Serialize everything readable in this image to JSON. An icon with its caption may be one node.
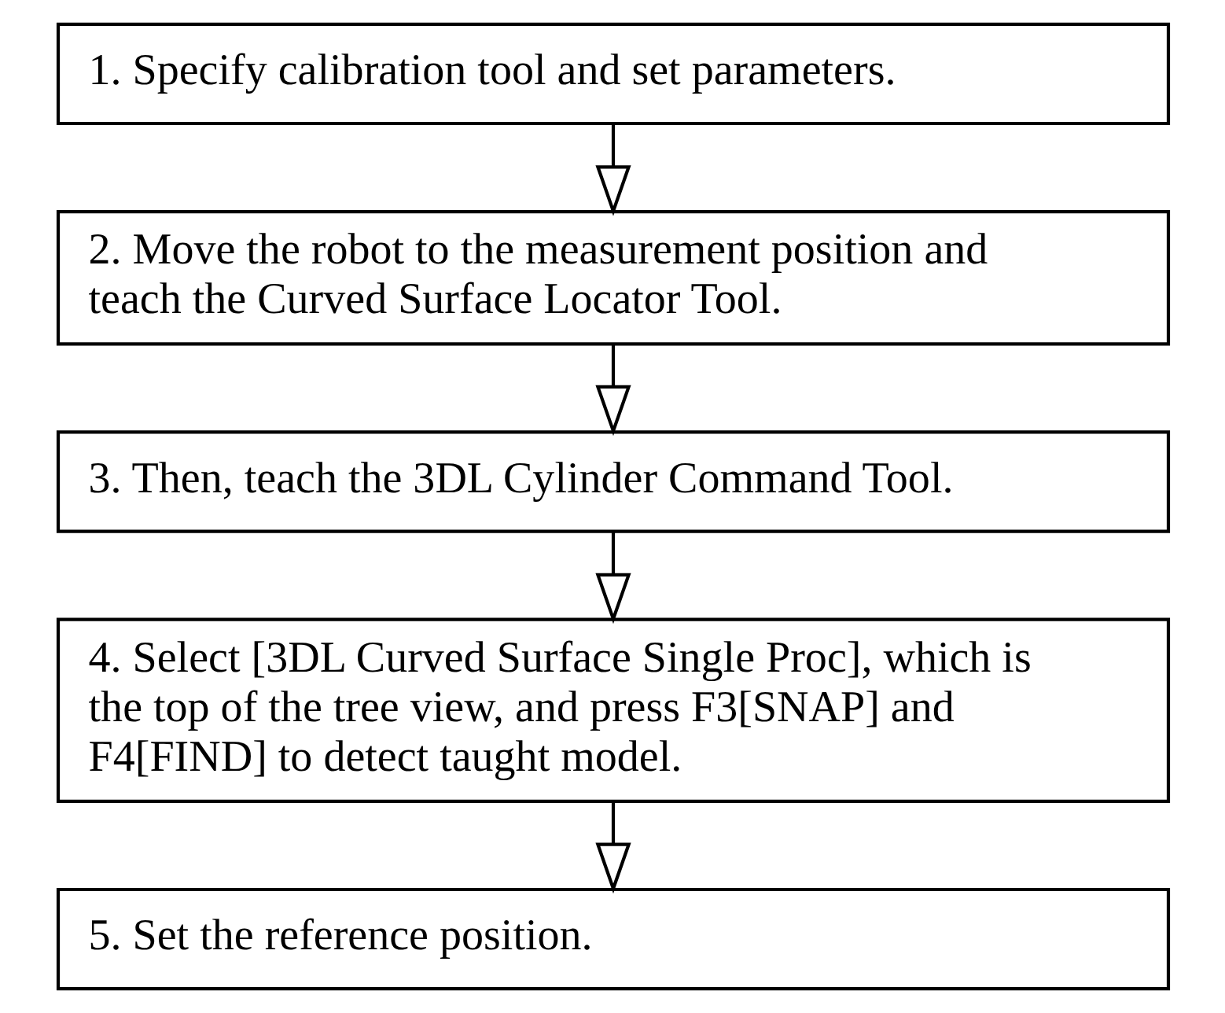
{
  "diagram": {
    "nodes": [
      {
        "text": [
          "1. Specify calibration tool and set parameters."
        ]
      },
      {
        "text": [
          "2. Move the robot to the measurement position and teach the Curved Surface Locator Tool."
        ]
      },
      {
        "text": [
          "3. Then, teach the 3DL Cylinder Command Tool."
        ]
      },
      {
        "text": [
          "4. Select [3DL Curved Surface Single Proc], which is the top of the tree view, and press F3[SNAP] and F4[FIND] to detect taught model."
        ]
      },
      {
        "text": [
          "5. Set the reference position."
        ]
      }
    ],
    "edges": [
      {
        "from": 0,
        "to": 1,
        "arrow": "to"
      },
      {
        "from": 1,
        "to": 2,
        "arrow": "to"
      },
      {
        "from": 2,
        "to": 3,
        "arrow": "to"
      },
      {
        "from": 3,
        "to": 4,
        "arrow": "to"
      }
    ]
  }
}
